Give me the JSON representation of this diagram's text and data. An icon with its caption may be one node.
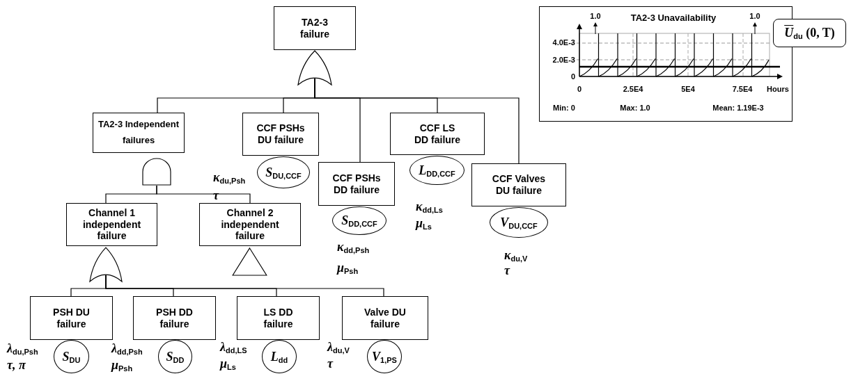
{
  "diagram": {
    "nodes": [
      {
        "text": [
          "TA2-3 failure"
        ]
      },
      {
        "text": [],
        "shape": "or"
      },
      {
        "text": [
          "TA2-3 Independent failures"
        ]
      },
      {
        "text": [
          "CCF PSHs DU failure"
        ]
      },
      {
        "text": [
          "CCF PSHs DD failure"
        ]
      },
      {
        "text": [
          "CCF LS DD failure"
        ]
      },
      {
        "text": [
          "CCF Valves DU failure"
        ]
      },
      {
        "text": [],
        "shape": "and"
      },
      {
        "text": [
          "Channel 1 independent failure"
        ]
      },
      {
        "text": [
          "Channel 2 independent failure"
        ]
      },
      {
        "text": [],
        "shape": "triangle"
      },
      {
        "text": [],
        "shape": "or"
      },
      {
        "text": [
          "PSH DU failure"
        ]
      },
      {
        "text": [
          "PSH DD failure"
        ]
      },
      {
        "text": [
          "LS DD failure"
        ]
      },
      {
        "text": [
          "Valve DU failure"
        ]
      },
      {
        "text": [
          "S$_{DU,CCF}$"
        ],
        "beside": [
          "κ$_{du,Psh}$",
          "τ"
        ]
      },
      {
        "text": [
          "S$_{DD,CCF}$"
        ],
        "beside": [
          "κ$_{dd,Psh}$",
          "μ$_{Psh}$"
        ]
      },
      {
        "text": [
          "L$_{DD,CCF}$"
        ],
        "beside": [
          "κ$_{dd,Ls}$",
          "μ$_{Ls}$"
        ]
      },
      {
        "text": [
          "V$_{DU,CCF}$"
        ],
        "beside": [
          "κ$_{du,V}$",
          "τ"
        ]
      },
      {
        "text": [
          "S$_{DU}$"
        ],
        "beside": [
          "λ$_{du,Psh}$",
          "τ, π"
        ]
      },
      {
        "text": [
          "S$_{DD}$"
        ],
        "beside": [
          "λ$_{dd,Psh}$",
          "μ$_{Psh}$"
        ]
      },
      {
        "text": [
          "L$_{dd}$"
        ],
        "beside": [
          "λ$_{dd,LS}$",
          "μ$_{Ls}$"
        ]
      },
      {
        "text": [
          "V$_{1,PS}$"
        ],
        "beside": [
          "λ$_{du,V}$",
          "τ"
        ]
      },
      {
        "text": [
          "*U*$_{du}$ (0, T)"
        ]
      }
    ],
    "edges": [
      {
        "from": 1,
        "to": 2,
        "arrow": "none"
      },
      {
        "from": 1,
        "to": 3,
        "arrow": "none"
      },
      {
        "from": 1,
        "to": 4,
        "arrow": "none"
      },
      {
        "from": 1,
        "to": 5,
        "arrow": "none"
      },
      {
        "from": 1,
        "to": 6,
        "arrow": "none"
      },
      {
        "from": 7,
        "to": 8,
        "arrow": "none"
      },
      {
        "from": 7,
        "to": 9,
        "arrow": "none"
      },
      {
        "from": 11,
        "to": 12,
        "arrow": "none"
      },
      {
        "from": 11,
        "to": 13,
        "arrow": "none"
      },
      {
        "from": 11,
        "to": 14,
        "arrow": "none"
      },
      {
        "from": 11,
        "to": 15,
        "arrow": "none"
      },
      {
        "from": 24,
        "to": null,
        "arrow": "none"
      }
    ],
    "labels": [
      "TA2-3 Unavailability",
      "1.0",
      "1.0",
      "4.0E-3",
      "2.0E-3",
      "0",
      "0",
      "2.5E4",
      "5E4",
      "7.5E4",
      "Hours",
      "Min: 0",
      "Max: 1.0",
      "Mean: 1.19E-3"
    ]
  }
}
